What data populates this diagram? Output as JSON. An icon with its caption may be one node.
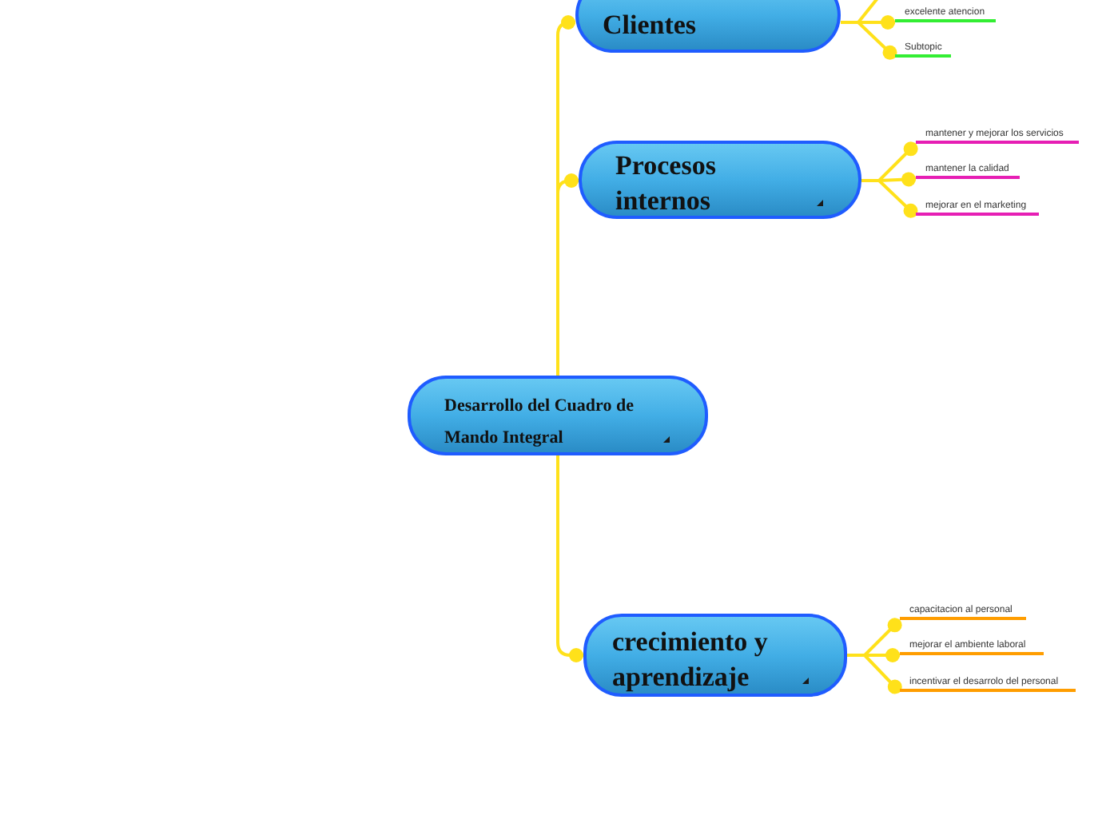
{
  "diagram": {
    "nodes": [
      {
        "text": [
          "Desarrollo del Cuadro de Mando Integral"
        ]
      },
      {
        "text": [
          "Clientes"
        ]
      },
      {
        "text": [
          "excelente atencion"
        ]
      },
      {
        "text": [
          "Subtopic"
        ]
      },
      {
        "text": [
          "Procesos internos"
        ]
      },
      {
        "text": [
          "mantener y mejorar los servicios"
        ]
      },
      {
        "text": [
          "mantener la calidad"
        ]
      },
      {
        "text": [
          "mejorar en el marketing"
        ]
      },
      {
        "text": [
          "crecimiento y aprendizaje"
        ]
      },
      {
        "text": [
          "capacitacion al personal"
        ]
      },
      {
        "text": [
          "mejorar el ambiente laboral"
        ]
      },
      {
        "text": [
          "incentivar el desarrolo del personal"
        ]
      }
    ],
    "edges": [
      {
        "from": 0,
        "to": 1,
        "arrow": "other"
      },
      {
        "from": 1,
        "to": null,
        "arrow": "none"
      },
      {
        "from": 1,
        "to": 2,
        "arrow": "other"
      },
      {
        "from": 1,
        "to": 3,
        "arrow": "other"
      },
      {
        "from": 0,
        "to": 4,
        "arrow": "other"
      },
      {
        "from": 4,
        "to": 5,
        "arrow": "other"
      },
      {
        "from": 4,
        "to": 6,
        "arrow": "other"
      },
      {
        "from": 4,
        "to": 7,
        "arrow": "other"
      },
      {
        "from": 0,
        "to": 8,
        "arrow": "other"
      },
      {
        "from": 8,
        "to": 9,
        "arrow": "other"
      },
      {
        "from": 8,
        "to": 10,
        "arrow": "other"
      },
      {
        "from": 8,
        "to": 11,
        "arrow": "other"
      }
    ]
  }
}
